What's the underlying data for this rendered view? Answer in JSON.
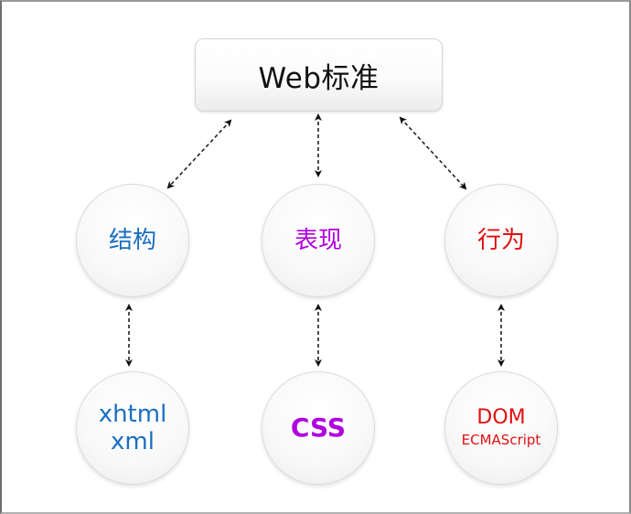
{
  "root": {
    "label": "Web标准"
  },
  "colors": {
    "structure": "#1a6fc0",
    "presentation": "#b000e0",
    "behavior": "#e01010",
    "arrow": "#111111"
  },
  "categories": [
    {
      "label": "结构",
      "color_key": "structure",
      "children": [
        "xhtml",
        "xml"
      ]
    },
    {
      "label": "表现",
      "color_key": "presentation",
      "children": [
        "CSS"
      ]
    },
    {
      "label": "行为",
      "color_key": "behavior",
      "children": [
        "DOM",
        "ECMAScript"
      ]
    }
  ],
  "edges": [
    {
      "from": "Web标准",
      "to": "结构",
      "type": "bidirectional-dashed"
    },
    {
      "from": "Web标准",
      "to": "表现",
      "type": "bidirectional-dashed"
    },
    {
      "from": "Web标准",
      "to": "行为",
      "type": "bidirectional-dashed"
    },
    {
      "from": "结构",
      "to": "xhtml / xml",
      "type": "bidirectional-dashed"
    },
    {
      "from": "表现",
      "to": "CSS",
      "type": "bidirectional-dashed"
    },
    {
      "from": "行为",
      "to": "DOM / ECMAScript",
      "type": "bidirectional-dashed"
    }
  ]
}
